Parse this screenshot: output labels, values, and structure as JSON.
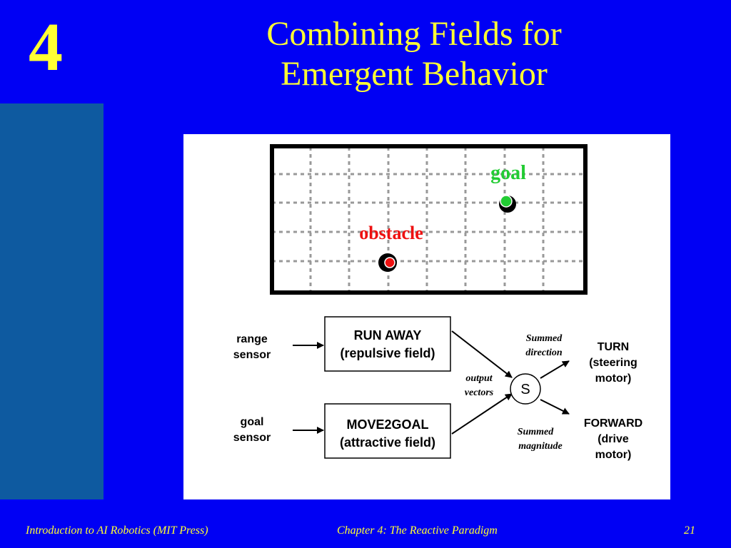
{
  "slide": {
    "chapter_number": "4",
    "title_line1": "Combining Fields for",
    "title_line2": "Emergent Behavior"
  },
  "figure": {
    "grid_labels": {
      "goal": "goal",
      "obstacle": "obstacle"
    },
    "inputs": {
      "range_line1": "range",
      "range_line2": "sensor",
      "goal_line1": "goal",
      "goal_line2": "sensor"
    },
    "boxes": {
      "run_away_line1": "RUN AWAY",
      "run_away_line2": "(repulsive field)",
      "move2goal_line1": "MOVE2GOAL",
      "move2goal_line2": "(attractive field)"
    },
    "annotations": {
      "output_line1": "output",
      "output_line2": "vectors",
      "sum_symbol": "S",
      "summed_dir_line1": "Summed",
      "summed_dir_line2": "direction",
      "summed_mag_line1": "Summed",
      "summed_mag_line2": "magnitude"
    },
    "outputs": {
      "turn_line1": "TURN",
      "turn_line2": "(steering",
      "turn_line3": "motor)",
      "forward_line1": "FORWARD",
      "forward_line2": "(drive",
      "forward_line3": "motor)"
    },
    "colors": {
      "goal": "#22cc33",
      "obstacle": "#ee1111"
    }
  },
  "footer": {
    "left": "Introduction to AI Robotics (MIT Press)",
    "center": "Chapter 4: The Reactive Paradigm",
    "page": "21"
  }
}
